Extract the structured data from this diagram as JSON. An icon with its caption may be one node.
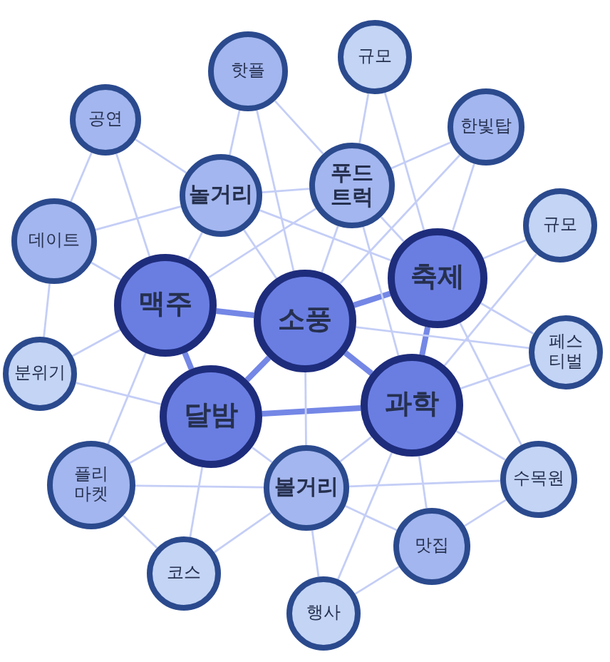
{
  "diagram": {
    "nodes": [
      {
        "text": [
          "핫플"
        ]
      },
      {
        "text": [
          "규모"
        ]
      },
      {
        "text": [
          "공연"
        ]
      },
      {
        "text": [
          "한빛탑"
        ]
      },
      {
        "text": [
          "놀거리"
        ]
      },
      {
        "text": [
          "푸드 트럭"
        ]
      },
      {
        "text": [
          "데이트"
        ]
      },
      {
        "text": [
          "규모"
        ]
      },
      {
        "text": [
          "축제"
        ]
      },
      {
        "text": [
          "맥주"
        ]
      },
      {
        "text": [
          "소풍"
        ]
      },
      {
        "text": [
          "페스 티벌"
        ]
      },
      {
        "text": [
          "분위기"
        ]
      },
      {
        "text": [
          "달밤"
        ]
      },
      {
        "text": [
          "과학"
        ]
      },
      {
        "text": [
          "플리 마켓"
        ]
      },
      {
        "text": [
          "볼거리"
        ]
      },
      {
        "text": [
          "수목원"
        ]
      },
      {
        "text": [
          "맛집"
        ]
      },
      {
        "text": [
          "코스"
        ]
      },
      {
        "text": [
          "행사"
        ]
      }
    ],
    "edges": [
      {
        "from": 9,
        "to": 10,
        "arrow": "none",
        "style": "thick"
      },
      {
        "from": 8,
        "to": 10,
        "arrow": "none",
        "style": "thick"
      },
      {
        "from": 10,
        "to": 13,
        "arrow": "none",
        "style": "thick"
      },
      {
        "from": 10,
        "to": 14,
        "arrow": "none",
        "style": "thick"
      },
      {
        "from": 13,
        "to": 14,
        "arrow": "none",
        "style": "thick"
      },
      {
        "from": 9,
        "to": 13,
        "arrow": "none",
        "style": "thick"
      },
      {
        "from": 8,
        "to": 14,
        "arrow": "none",
        "style": "thick"
      },
      {
        "from": 0,
        "to": 4,
        "arrow": "none"
      },
      {
        "from": 0,
        "to": 5,
        "arrow": "none"
      },
      {
        "from": 0,
        "to": 10,
        "arrow": "none"
      },
      {
        "from": 1,
        "to": 5,
        "arrow": "none"
      },
      {
        "from": 1,
        "to": 8,
        "arrow": "none"
      },
      {
        "from": 2,
        "to": 4,
        "arrow": "none"
      },
      {
        "from": 2,
        "to": 9,
        "arrow": "none"
      },
      {
        "from": 2,
        "to": 6,
        "arrow": "none"
      },
      {
        "from": 3,
        "to": 5,
        "arrow": "none"
      },
      {
        "from": 3,
        "to": 8,
        "arrow": "none"
      },
      {
        "from": 3,
        "to": 10,
        "arrow": "none"
      },
      {
        "from": 4,
        "to": 5,
        "arrow": "none"
      },
      {
        "from": 4,
        "to": 9,
        "arrow": "none"
      },
      {
        "from": 4,
        "to": 10,
        "arrow": "none"
      },
      {
        "from": 4,
        "to": 8,
        "arrow": "none"
      },
      {
        "from": 5,
        "to": 10,
        "arrow": "none"
      },
      {
        "from": 5,
        "to": 8,
        "arrow": "none"
      },
      {
        "from": 5,
        "to": 9,
        "arrow": "none"
      },
      {
        "from": 5,
        "to": 14,
        "arrow": "none"
      },
      {
        "from": 6,
        "to": 9,
        "arrow": "none"
      },
      {
        "from": 6,
        "to": 4,
        "arrow": "none"
      },
      {
        "from": 6,
        "to": 12,
        "arrow": "none"
      },
      {
        "from": 7,
        "to": 8,
        "arrow": "none"
      },
      {
        "from": 7,
        "to": 14,
        "arrow": "none"
      },
      {
        "from": 11,
        "to": 8,
        "arrow": "none"
      },
      {
        "from": 11,
        "to": 14,
        "arrow": "none"
      },
      {
        "from": 11,
        "to": 10,
        "arrow": "none"
      },
      {
        "from": 12,
        "to": 9,
        "arrow": "none"
      },
      {
        "from": 12,
        "to": 13,
        "arrow": "none"
      },
      {
        "from": 15,
        "to": 13,
        "arrow": "none"
      },
      {
        "from": 15,
        "to": 9,
        "arrow": "none"
      },
      {
        "from": 15,
        "to": 16,
        "arrow": "none"
      },
      {
        "from": 15,
        "to": 19,
        "arrow": "none"
      },
      {
        "from": 16,
        "to": 13,
        "arrow": "none"
      },
      {
        "from": 16,
        "to": 10,
        "arrow": "none"
      },
      {
        "from": 16,
        "to": 14,
        "arrow": "none"
      },
      {
        "from": 16,
        "to": 18,
        "arrow": "none"
      },
      {
        "from": 16,
        "to": 20,
        "arrow": "none"
      },
      {
        "from": 16,
        "to": 19,
        "arrow": "none"
      },
      {
        "from": 17,
        "to": 14,
        "arrow": "none"
      },
      {
        "from": 17,
        "to": 18,
        "arrow": "none"
      },
      {
        "from": 17,
        "to": 8,
        "arrow": "none"
      },
      {
        "from": 17,
        "to": 16,
        "arrow": "none"
      },
      {
        "from": 18,
        "to": 14,
        "arrow": "none"
      },
      {
        "from": 18,
        "to": 20,
        "arrow": "none"
      },
      {
        "from": 19,
        "to": 13,
        "arrow": "none"
      },
      {
        "from": 20,
        "to": 14,
        "arrow": "none"
      }
    ]
  }
}
